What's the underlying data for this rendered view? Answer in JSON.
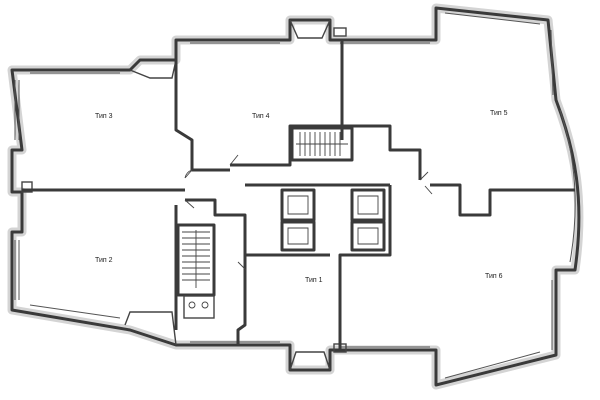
{
  "units": [
    {
      "id": "type-3",
      "label": "Тип 3"
    },
    {
      "id": "type-4",
      "label": "Тип 4"
    },
    {
      "id": "type-5",
      "label": "Тип 5"
    },
    {
      "id": "type-2",
      "label": "Тип 2"
    },
    {
      "id": "type-1",
      "label": "Тип 1"
    },
    {
      "id": "type-6",
      "label": "Тип 6"
    }
  ],
  "colors": {
    "wall": "#3a3a3a",
    "background": "#ffffff"
  }
}
